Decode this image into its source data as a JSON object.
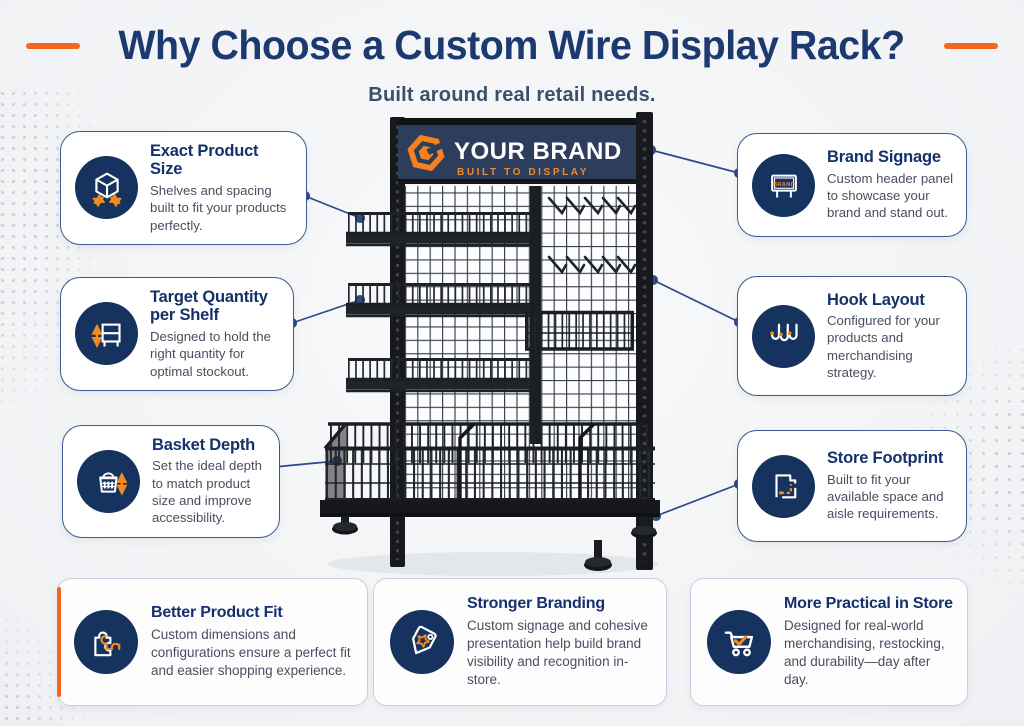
{
  "header": {
    "title": "Why Choose a Custom Wire Display Rack?",
    "subtitle": "Built around real retail needs."
  },
  "rack": {
    "brand_name": "YOUR BRAND",
    "tagline": "BUILT TO DISPLAY"
  },
  "callouts": {
    "left": [
      {
        "icon": "cube-measure-icon",
        "title": "Exact Product Size",
        "body": "Shelves and spacing built to fit your products perfectly."
      },
      {
        "icon": "shelf-quantity-icon",
        "title": "Target Quantity per Shelf",
        "body": "Designed to hold the right quantity for optimal stockout."
      },
      {
        "icon": "basket-depth-icon",
        "title": "Basket Depth",
        "body": "Set the ideal depth to match product size and improve accessibility."
      }
    ],
    "right": [
      {
        "icon": "brand-sign-icon",
        "icon_label": "BRAND",
        "title": "Brand Signage",
        "body": "Custom header panel to showcase your brand and stand out."
      },
      {
        "icon": "hooks-icon",
        "title": "Hook Layout",
        "body": "Configured for your products and merchandising strategy."
      },
      {
        "icon": "floorplan-icon",
        "title": "Store Footprint",
        "body": "Built to fit your available space and aisle requirements."
      }
    ]
  },
  "benefits": [
    {
      "icon": "puzzle-icon",
      "title": "Better Product Fit",
      "body": "Custom dimensions and configurations ensure a perfect fit and easier shopping experience."
    },
    {
      "icon": "tag-icon",
      "title": "Stronger Branding",
      "body": "Custom signage and cohesive presentation help build brand visibility and recognition in-store."
    },
    {
      "icon": "cart-icon",
      "title": "More Practical in Store",
      "body": "Designed for real-world merchandising, restocking, and durability—day after day."
    }
  ],
  "colors": {
    "navy_icon_circle": "#16335f",
    "navy_title": "#1c3a70",
    "orange_icon": "#f18a1f",
    "orange_accent": "#f3661d",
    "box_border": "#3a5a94",
    "body_text": "#474f5f",
    "sign_panel": "#2c3e5c",
    "background": "#f3f4f6",
    "connector": "#2c4a8a"
  }
}
